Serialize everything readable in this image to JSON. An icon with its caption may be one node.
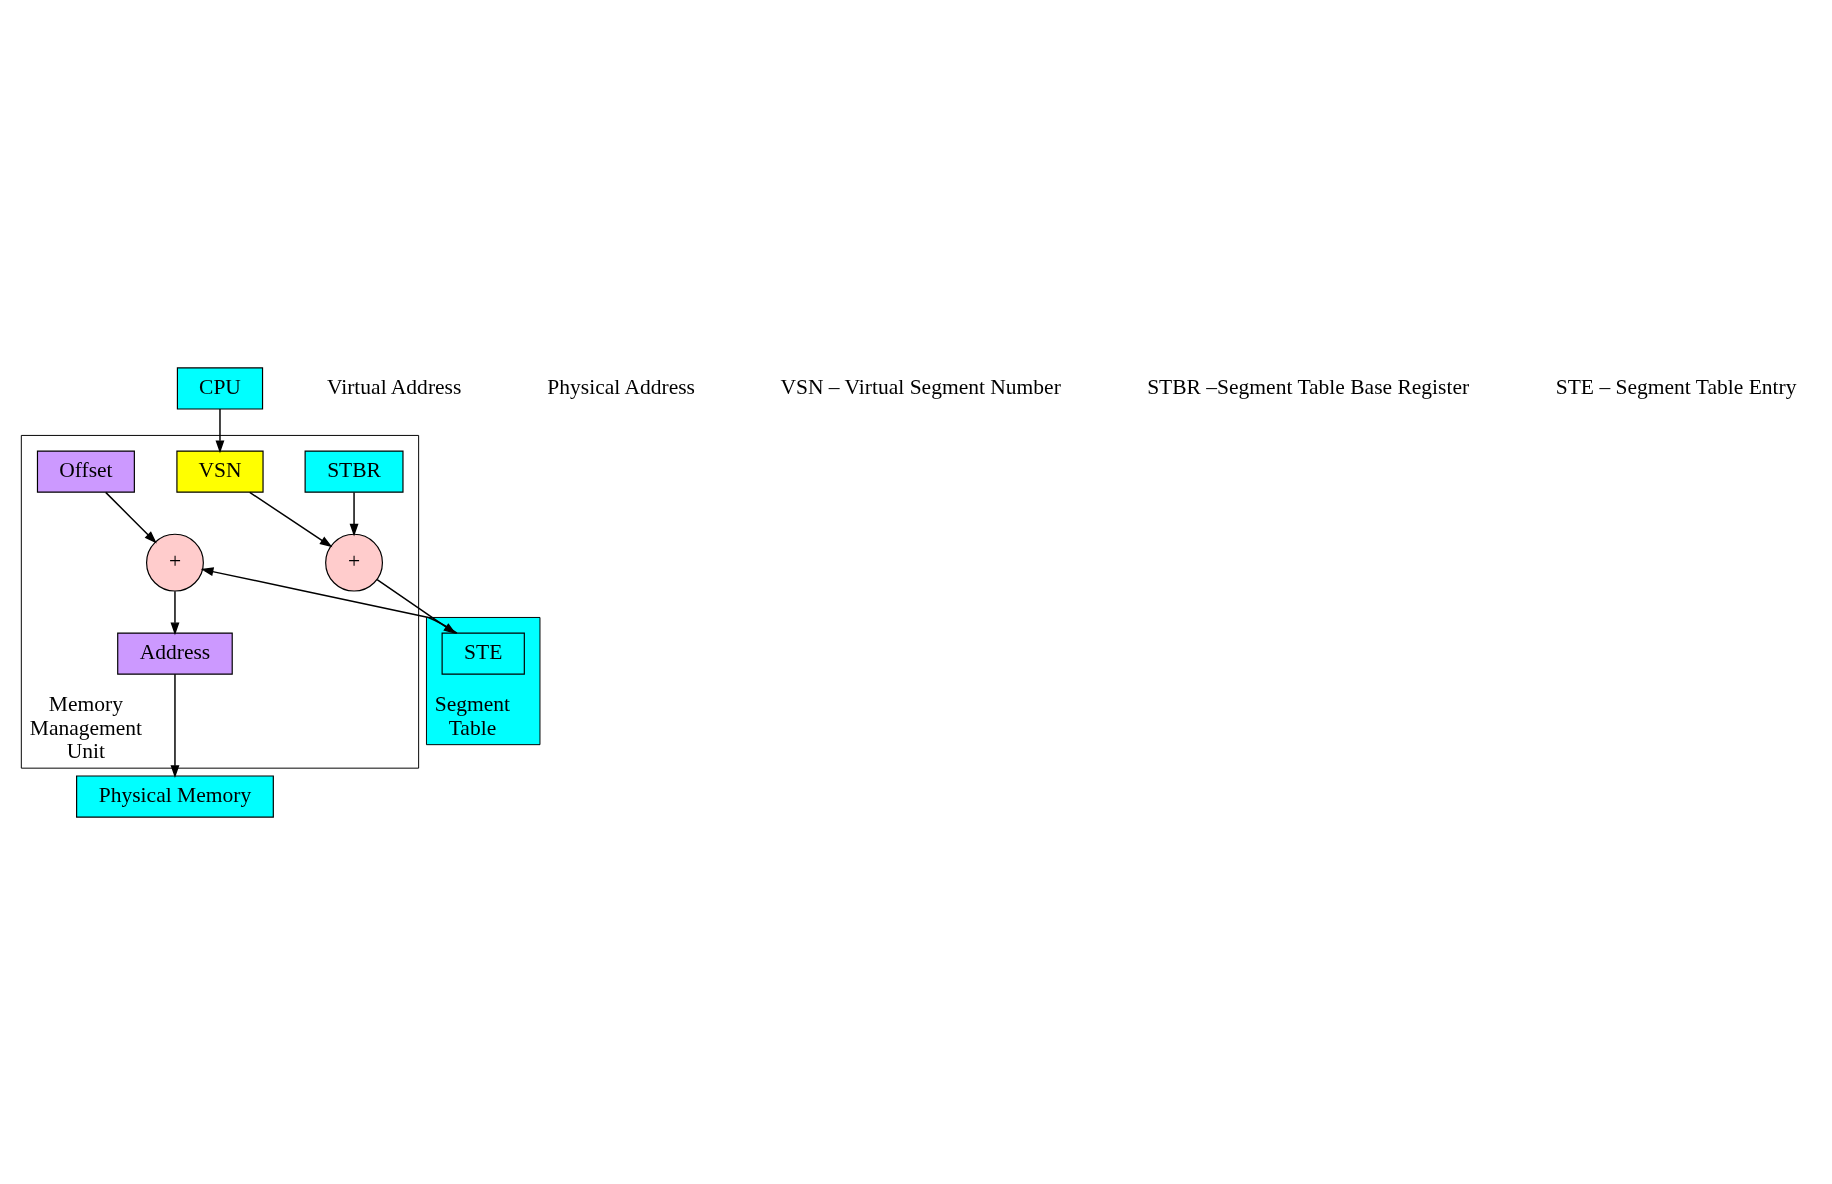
{
  "diagram": {
    "nodes": [
      {
        "text": [
          "Memory Management Unit"
        ]
      },
      {
        "text": [
          "CPU"
        ]
      },
      {
        "text": [
          "Physical Memory"
        ]
      },
      {
        "text": [
          "VSN"
        ],
        "in": 0
      },
      {
        "text": [
          "Offset"
        ],
        "in": 0
      },
      {
        "text": [
          "Address"
        ],
        "in": 0
      },
      {
        "text": [
          "+"
        ],
        "in": 0
      },
      {
        "text": [
          "STBR"
        ],
        "in": 0
      },
      {
        "text": [
          "+"
        ],
        "in": 0
      },
      {
        "text": [
          "Segment Table"
        ]
      },
      {
        "text": [
          "STE"
        ],
        "in": 9
      }
    ],
    "edges": [
      {
        "from": 1,
        "to": 3,
        "arrow": "to"
      },
      {
        "from": 5,
        "to": 2,
        "arrow": "to"
      },
      {
        "from": 4,
        "to": 6,
        "arrow": "to"
      },
      {
        "from": 6,
        "to": 5,
        "arrow": "to"
      },
      {
        "from": 3,
        "to": 8,
        "arrow": "to"
      },
      {
        "from": 7,
        "to": 8,
        "arrow": "to"
      },
      {
        "from": 8,
        "to": 10,
        "arrow": "to"
      },
      {
        "from": 10,
        "to": 6,
        "arrow": "to"
      }
    ],
    "labels": [
      "Virtual Address",
      "Physical Address",
      "VSN – Virtual Segment Number",
      "STBR –Segment Table Base Register",
      "STE – Segment Table Entry"
    ]
  }
}
